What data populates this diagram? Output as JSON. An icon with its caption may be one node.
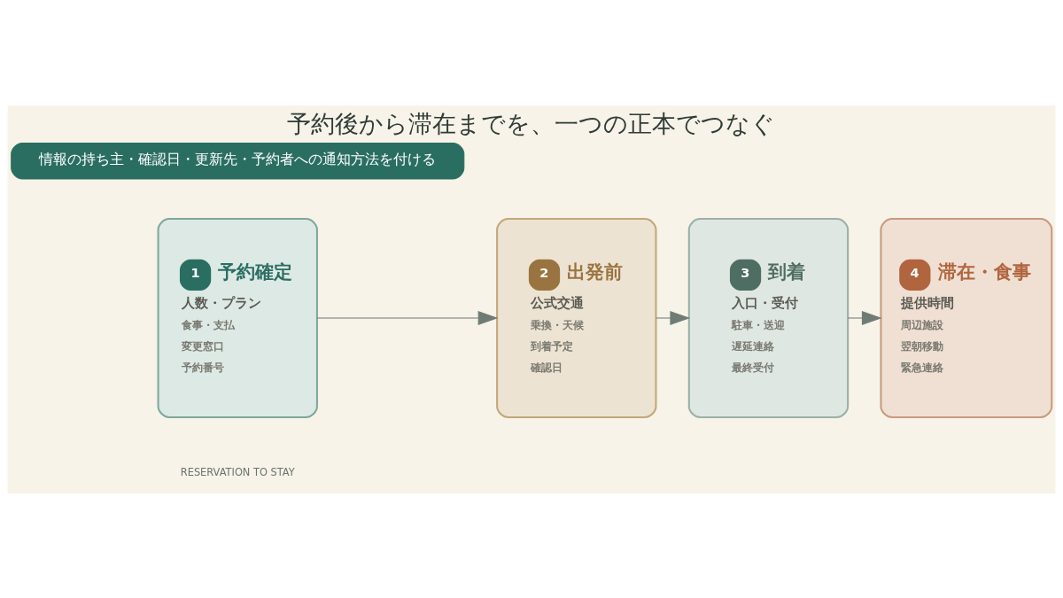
{
  "diagram": {
    "title": "予約後から滞在までを、一つの正本でつなぐ",
    "nodes": [
      {
        "text": [
          "1",
          "予約確定",
          "人数・プラン",
          "食事・支払",
          "変更窓口",
          "予約番号"
        ]
      },
      {
        "text": [
          "2",
          "出発前",
          "公式交通",
          "乗換・天候",
          "到着予定",
          "確認日"
        ]
      },
      {
        "text": [
          "3",
          "到着",
          "入口・受付",
          "駐車・送迎",
          "遅延連絡",
          "最終受付"
        ]
      },
      {
        "text": [
          "4",
          "滞在・食事",
          "提供時間",
          "周辺施設",
          "翌朝移動",
          "緊急連絡"
        ]
      },
      {
        "text": [
          "情報の持ち主・確認日・更新先・予約者への通知方法を付ける"
        ]
      }
    ],
    "edges": [
      {
        "from": 0,
        "to": 1,
        "arrow": "to"
      },
      {
        "from": 1,
        "to": 2,
        "arrow": "to"
      },
      {
        "from": 2,
        "to": 3,
        "arrow": "to"
      }
    ],
    "labels": [
      "RESERVATION TO STAY"
    ]
  }
}
